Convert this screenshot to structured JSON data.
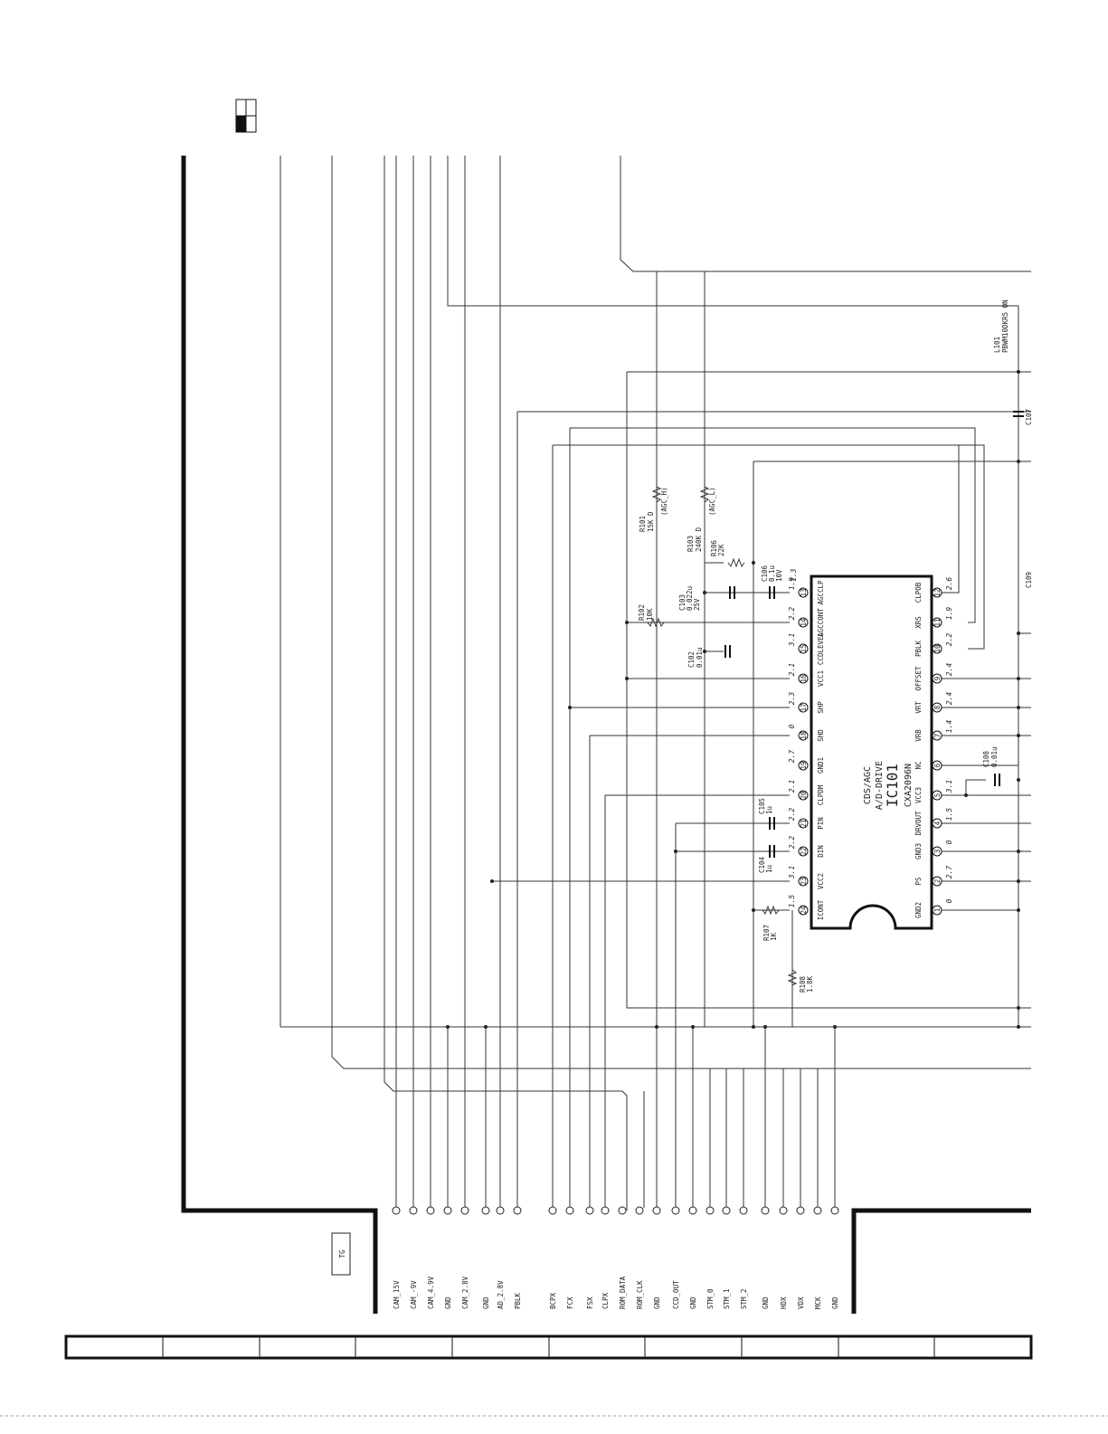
{
  "board_label": "TG",
  "connector_pins": [
    "CAM_15V",
    "CAM_-9V",
    "CAM_4.9V",
    "GND",
    "CAM_2.8V",
    "GND",
    "AD_2.8V",
    "PBLK",
    "BCPX",
    "FCX",
    "FSX",
    "CLPX",
    "ROM_DATA",
    "ROM_CLK",
    "GND",
    "CCD_OUT",
    "GND",
    "STM_0",
    "STM_1",
    "STM_2",
    "GND",
    "HDX",
    "VDX",
    "MCK",
    "GND"
  ],
  "ic": {
    "ref": "IC101",
    "func1": "CDS/AGC",
    "func2": "A/D-DRIVE",
    "part": "CXA2096N",
    "top_pins": [
      {
        "n": "24",
        "name": "ICONT",
        "v": "1.5"
      },
      {
        "n": "23",
        "name": "VCC2",
        "v": "3.1"
      },
      {
        "n": "22",
        "name": "DIN",
        "v": "2.2"
      },
      {
        "n": "21",
        "name": "PIN",
        "v": "2.2"
      },
      {
        "n": "20",
        "name": "CLPDM",
        "v": "2.1"
      },
      {
        "n": "19",
        "name": "GND1",
        "v": "2.7"
      },
      {
        "n": "18",
        "name": "SHD",
        "v": "0"
      },
      {
        "n": "17",
        "name": "SHP",
        "v": "2.3"
      },
      {
        "n": "16",
        "name": "VCC1",
        "v": "2.1"
      },
      {
        "n": "15",
        "name": "CCDLEVEL",
        "v": "3.1"
      },
      {
        "n": "14",
        "name": "AGCCONT",
        "v": "2.2"
      },
      {
        "n": "13",
        "name": "AGCCLP",
        "v": "1.9"
      }
    ],
    "bottom_pins": [
      {
        "n": "1",
        "name": "GND2",
        "v": "0"
      },
      {
        "n": "2",
        "name": "PS",
        "v": "2.7"
      },
      {
        "n": "3",
        "name": "GND3",
        "v": "0"
      },
      {
        "n": "4",
        "name": "DRVOUT",
        "v": "1.5"
      },
      {
        "n": "5",
        "name": "VCC3",
        "v": "3.1"
      },
      {
        "n": "6",
        "name": "NC",
        "v": ""
      },
      {
        "n": "7",
        "name": "VRB",
        "v": "1.4"
      },
      {
        "n": "8",
        "name": "VRT",
        "v": "2.4"
      },
      {
        "n": "9",
        "name": "OFFSET",
        "v": "2.4"
      },
      {
        "n": "10",
        "name": "PBLK",
        "v": "2.2"
      },
      {
        "n": "11",
        "name": "XRS",
        "v": "1.9"
      },
      {
        "n": "12",
        "name": "CLPOB",
        "v": "2.6"
      }
    ],
    "extra_voltage": "1.3"
  },
  "components": {
    "r101": [
      "R101",
      "15K D"
    ],
    "r102": [
      "R102",
      "10K"
    ],
    "r103": [
      "R103",
      "240K D"
    ],
    "r106": [
      "R106",
      "22K"
    ],
    "r107": [
      "R107",
      "1K"
    ],
    "r108": [
      "R108",
      "1.8K"
    ],
    "c102": [
      "C102",
      "0.01u"
    ],
    "c103": [
      "C103",
      "0.022u",
      "25V"
    ],
    "c104": [
      "C104",
      "1u"
    ],
    "c105": [
      "C105",
      "1u"
    ],
    "c106": [
      "C106",
      "0.1u",
      "10V"
    ],
    "c107": [
      "C107"
    ],
    "c108": [
      "C108",
      "0.01u"
    ],
    "c109": [
      "C109"
    ],
    "l101": [
      "L101",
      "PBWM10DKR5 ON"
    ],
    "agc_h": "(AGC_H)",
    "agc_l": "(AGC_L)"
  }
}
